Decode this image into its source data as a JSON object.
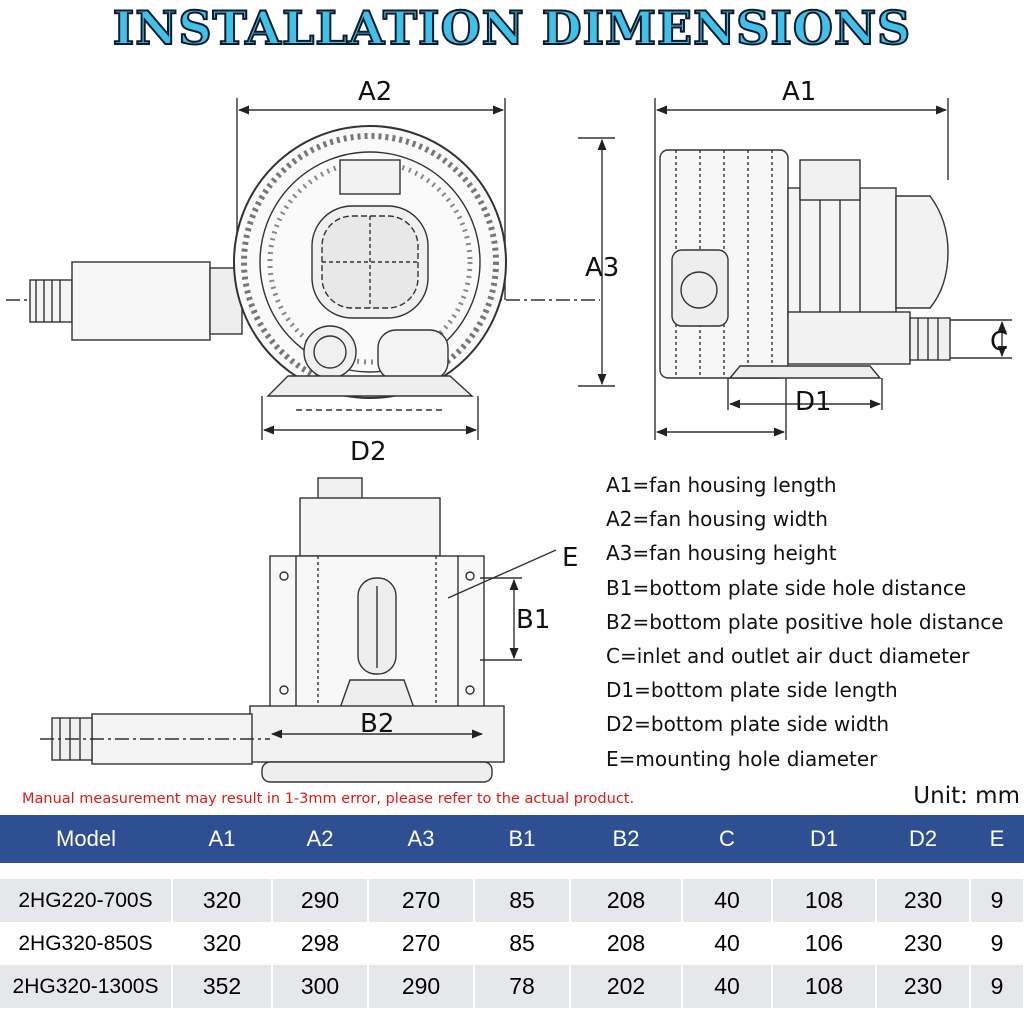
{
  "title": "INSTALLATION DIMENSIONS",
  "dimension_labels": {
    "a2": "A2",
    "a1": "A1",
    "a3": "A3",
    "c": "C",
    "d1": "D1",
    "d2": "D2",
    "e": "E",
    "b1": "B1",
    "b2": "B2"
  },
  "legend": [
    "A1=fan housing length",
    "A2=fan housing width",
    "A3=fan housing height",
    "B1=bottom plate side hole distance",
    "B2=bottom plate positive hole distance",
    "C=inlet and outlet air duct diameter",
    "D1=bottom plate side length",
    "D2=bottom plate side width",
    "E=mounting hole diameter"
  ],
  "note": "Manual measurement may result in 1-3mm error, please refer to the actual product.",
  "unit": "Unit: mm",
  "table": {
    "headers": [
      "Model",
      "A1",
      "A2",
      "A3",
      "B1",
      "B2",
      "C",
      "D1",
      "D2",
      "E"
    ],
    "rows": [
      [
        "2HG220-700S",
        "320",
        "290",
        "270",
        "85",
        "208",
        "40",
        "108",
        "230",
        "9"
      ],
      [
        "2HG320-850S",
        "320",
        "298",
        "270",
        "85",
        "208",
        "40",
        "106",
        "230",
        "9"
      ],
      [
        "2HG320-1300S",
        "352",
        "300",
        "290",
        "78",
        "202",
        "40",
        "108",
        "230",
        "9"
      ]
    ]
  },
  "colors": {
    "title_fill": "#3fc2ea",
    "title_outline": "#0e1a2b",
    "header_bg": "#2f4f93",
    "note_text": "#e01818",
    "row_shade": "#e6e7ea"
  }
}
